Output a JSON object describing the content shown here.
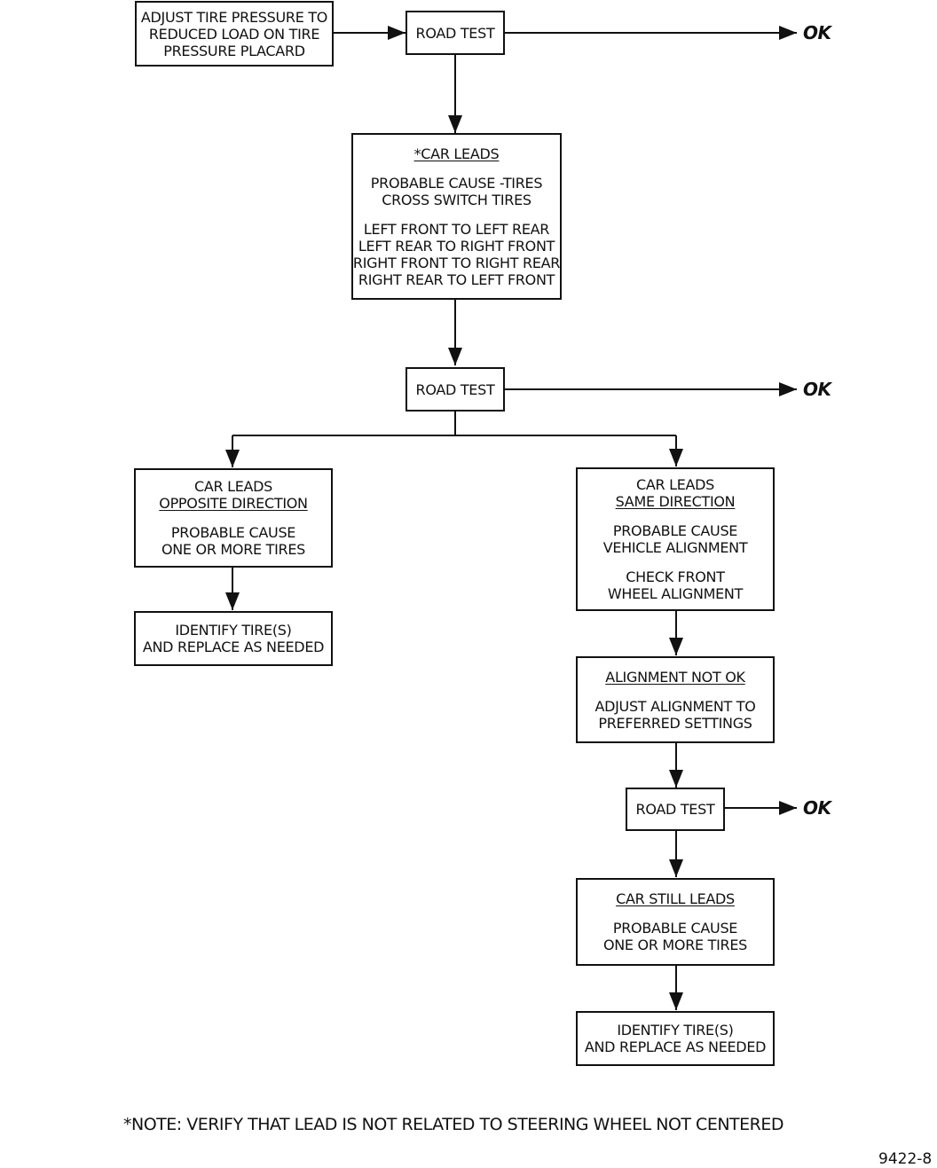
{
  "boxes": {
    "adjust_pressure": {
      "lines": [
        "ADJUST TIRE PRESSURE TO",
        "REDUCED LOAD ON TIRE",
        "PRESSURE PLACARD"
      ]
    },
    "road_test_1": {
      "lines": [
        "ROAD TEST"
      ]
    },
    "car_leads": {
      "heading": "*CAR LEADS",
      "cause_lines": [
        "PROBABLE CAUSE -TIRES",
        "CROSS SWITCH TIRES"
      ],
      "switch_lines": [
        "LEFT FRONT TO LEFT REAR",
        "LEFT REAR TO RIGHT FRONT",
        "RIGHT FRONT TO RIGHT REAR",
        "RIGHT REAR TO LEFT FRONT"
      ]
    },
    "road_test_2": {
      "lines": [
        "ROAD TEST"
      ]
    },
    "leads_opposite": {
      "line1": "CAR LEADS",
      "heading": "OPPOSITE DIRECTION",
      "cause_lines": [
        "PROBABLE CAUSE",
        "ONE OR MORE TIRES"
      ]
    },
    "identify_left": {
      "lines": [
        "IDENTIFY TIRE(S)",
        "AND REPLACE AS NEEDED"
      ]
    },
    "leads_same": {
      "line1": "CAR LEADS",
      "heading": "SAME DIRECTION",
      "cause_lines": [
        "PROBABLE CAUSE",
        "VEHICLE ALIGNMENT"
      ],
      "check_lines": [
        "CHECK FRONT",
        "WHEEL ALIGNMENT"
      ]
    },
    "alignment_not_ok": {
      "heading": "ALIGNMENT NOT OK",
      "body_lines": [
        "ADJUST ALIGNMENT TO",
        "PREFERRED SETTINGS"
      ]
    },
    "road_test_3": {
      "lines": [
        "ROAD TEST"
      ]
    },
    "still_leads": {
      "heading": "CAR STILL LEADS",
      "cause_lines": [
        "PROBABLE CAUSE",
        "ONE OR MORE TIRES"
      ]
    },
    "identify_right": {
      "lines": [
        "IDENTIFY TIRE(S)",
        "AND REPLACE AS NEEDED"
      ]
    }
  },
  "ok_labels": [
    "OK",
    "OK",
    "OK"
  ],
  "note": "*NOTE: VERIFY THAT LEAD IS NOT RELATED TO STEERING WHEEL NOT CENTERED",
  "figure_id": "9422-8"
}
